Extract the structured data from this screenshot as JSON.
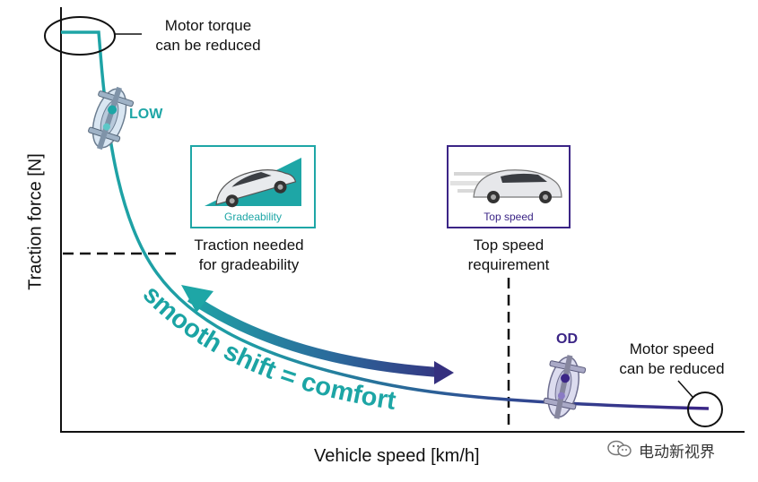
{
  "colors": {
    "teal": "#1ea6a6",
    "purple": "#3b2586",
    "axis": "#111111"
  },
  "axes": {
    "y_label": "Traction force [N]",
    "x_label": "Vehicle speed [km/h]"
  },
  "annotations": {
    "motor_torque": [
      "Motor torque",
      "can be reduced"
    ],
    "gradeability": [
      "Traction needed",
      "for gradeability"
    ],
    "top_speed": [
      "Top speed",
      "requirement"
    ],
    "motor_speed": [
      "Motor speed",
      "can be reduced"
    ]
  },
  "gears": {
    "low": "LOW",
    "od": "OD"
  },
  "cards": {
    "gradeability": "Gradeability",
    "top_speed": "Top speed"
  },
  "slogan": "smooth shift = comfort",
  "watermark": "电动新视界",
  "icons": [
    "gearbox-icon",
    "car-on-slope-icon",
    "speeding-car-icon",
    "wechat-icon"
  ]
}
